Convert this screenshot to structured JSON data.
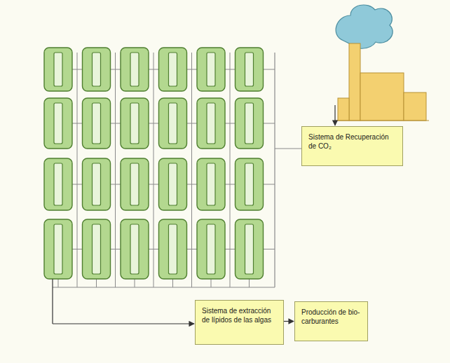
{
  "diagram": {
    "nodes": [
      {
        "text": [
          "Sistema de Recuperación de CO₂"
        ]
      },
      {
        "text": [
          "Sistema de extracción de lípidos de las algas"
        ]
      },
      {
        "text": [
          "Producción de bio-carburantes"
        ]
      }
    ],
    "edges": [
      {
        "from": 1,
        "to": 2,
        "arrow": "to"
      }
    ]
  }
}
